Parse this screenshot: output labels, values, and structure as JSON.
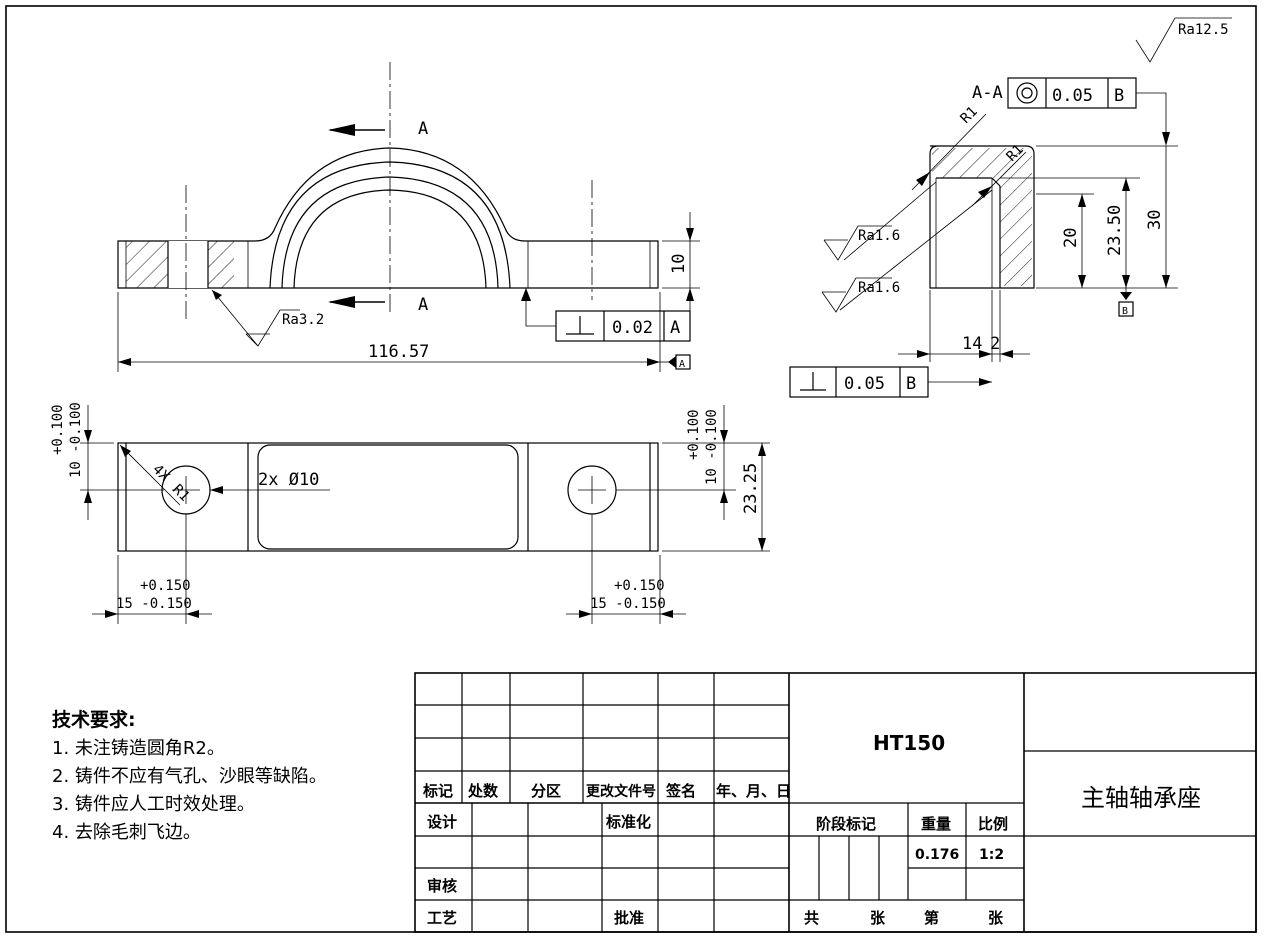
{
  "section_labels": {
    "top": "A",
    "bottom": "A",
    "section_view": "A-A"
  },
  "roughness": {
    "general": "Ra12.5",
    "front_hole": "Ra3.2",
    "bore_1": "Ra1.6",
    "bore_2": "Ra1.6"
  },
  "radii": {
    "r1": "R1",
    "r2": "R1"
  },
  "front_view_dims": {
    "width": "116.57",
    "thickness": "10",
    "datum_a": "A"
  },
  "front_tolerance": {
    "value": "0.02",
    "datum": "A"
  },
  "section_dims": {
    "h30": "30",
    "h2350": "23.50",
    "h20": "20",
    "w14": "14",
    "w2": "2",
    "datum_b": "B"
  },
  "concentricity": {
    "value": "0.05",
    "datum": "B"
  },
  "perpendicularity_b": {
    "value": "0.05",
    "datum": "B"
  },
  "top_view_dims": {
    "tol_plus_100": "+0.100",
    "tol_minus_100": "10 -0.100",
    "holes": "2x Ø10",
    "count_4x": "4X",
    "r_corner": "R1",
    "depth": "23.25",
    "tol_plus_150": "+0.150",
    "tol_minus_150": "15 -0.150"
  },
  "tech_requirements": {
    "title": "技术要求:",
    "items": [
      "1. 未注铸造圆角R2。",
      "2. 铸件不应有气孔、沙眼等缺陷。",
      "3. 铸件应人工时效处理。",
      "4. 去除毛刺飞边。"
    ]
  },
  "title_block": {
    "material": "HT150",
    "part_name": "主轴轴承座",
    "headers": [
      "标记",
      "处数",
      "分区",
      "更改文件号",
      "签名",
      "年、月、日"
    ],
    "design": "设计",
    "standardize": "标准化",
    "review": "审核",
    "process": "工艺",
    "approve": "批准",
    "stage_mark": "阶段标记",
    "weight_label": "重量",
    "scale_label": "比例",
    "weight_value": "0.176",
    "scale_value": "1:2",
    "total": "共",
    "sheets": "张",
    "sheet_no": "第",
    "sheet_unit": "张"
  }
}
